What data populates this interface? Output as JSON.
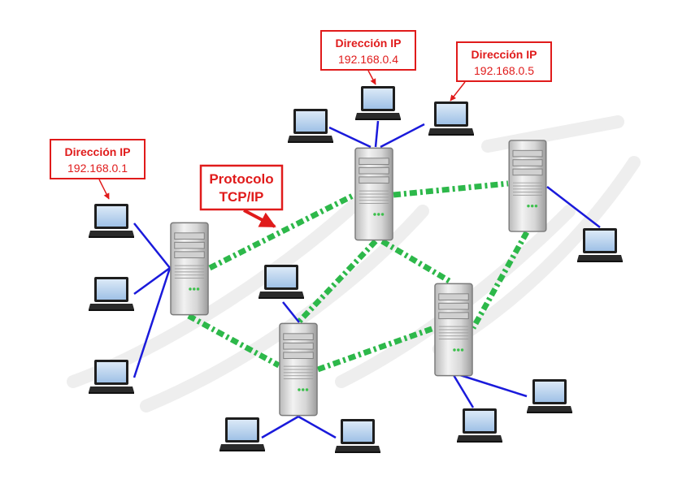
{
  "callouts": [
    {
      "title": "Dirección IP",
      "value": "192.168.0.1"
    },
    {
      "title": "Dirección IP",
      "value": "192.168.0.4"
    },
    {
      "title": "Dirección IP",
      "value": "192.168.0.5"
    }
  ],
  "protocol": {
    "line1": "Protocolo",
    "line2": "TCP/IP"
  },
  "colors": {
    "callout_border": "#e01b1b",
    "callout_title": "#e01b1b",
    "callout_value": "#e01b1b",
    "client_link": "#1a1adb",
    "server_link": "#2db84a",
    "arrow": "#e01b1b"
  }
}
